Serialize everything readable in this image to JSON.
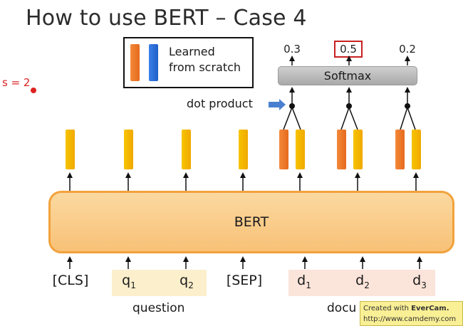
{
  "title": "How to use BERT – Case 4",
  "side_note": "s = 2",
  "legend": {
    "label_line1": "Learned",
    "label_line2": "from scratch"
  },
  "softmax": {
    "label": "Softmax",
    "outputs": [
      "0.3",
      "0.5",
      "0.2"
    ],
    "highlighted_index": 1
  },
  "dot_product_label": "dot product",
  "bert_label": "BERT",
  "tokens": {
    "cls": "[CLS]",
    "q1": "q",
    "q1_sub": "1",
    "q2": "q",
    "q2_sub": "2",
    "sep": "[SEP]",
    "d1": "d",
    "d1_sub": "1",
    "d2": "d",
    "d2_sub": "2",
    "d3": "d",
    "d3_sub": "3"
  },
  "groups": {
    "question": "question",
    "document": "docu"
  },
  "watermark": {
    "line1_prefix": "Created with ",
    "line1_brand": "EverCam.",
    "line2": "http://www.camdemy.com"
  },
  "colors": {
    "output_vector": "#f5b800",
    "learned_vector": "#f07d2a",
    "learned_vector_blue": "#2e6fd8",
    "bert_fill": "#f9c98a",
    "bert_border": "#f2a23c",
    "softmax_fill": "#bcbcbc",
    "highlight_red": "#c82020"
  }
}
